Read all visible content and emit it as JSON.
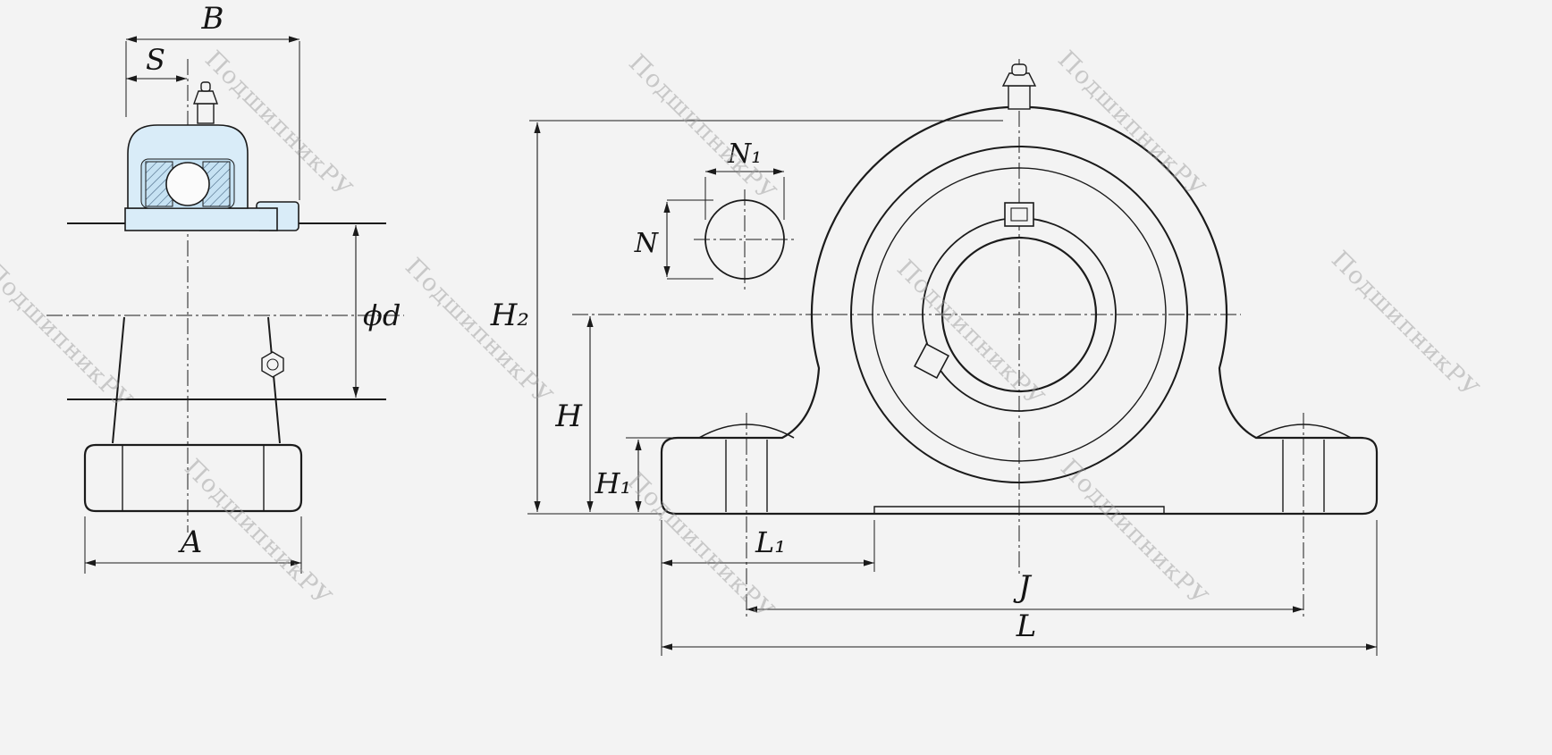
{
  "drawing": {
    "watermark": {
      "text": "ПодшипникРУ"
    },
    "side_view": {
      "labels": {
        "B": "B",
        "S": "S",
        "phi_d": "ϕd",
        "A": "A"
      }
    },
    "front_view": {
      "labels": {
        "N1": "N₁",
        "N": "N",
        "H2": "H₂",
        "H": "H",
        "H1": "H₁",
        "L1": "L₁",
        "J": "J",
        "L": "L"
      }
    },
    "colors": {
      "line": "#1b1b1b",
      "housing_fill": "#d9ecf8",
      "inner_fill": "#c6e2f3",
      "background": "#f3f3f3",
      "watermark": "#9e9e9e"
    }
  }
}
